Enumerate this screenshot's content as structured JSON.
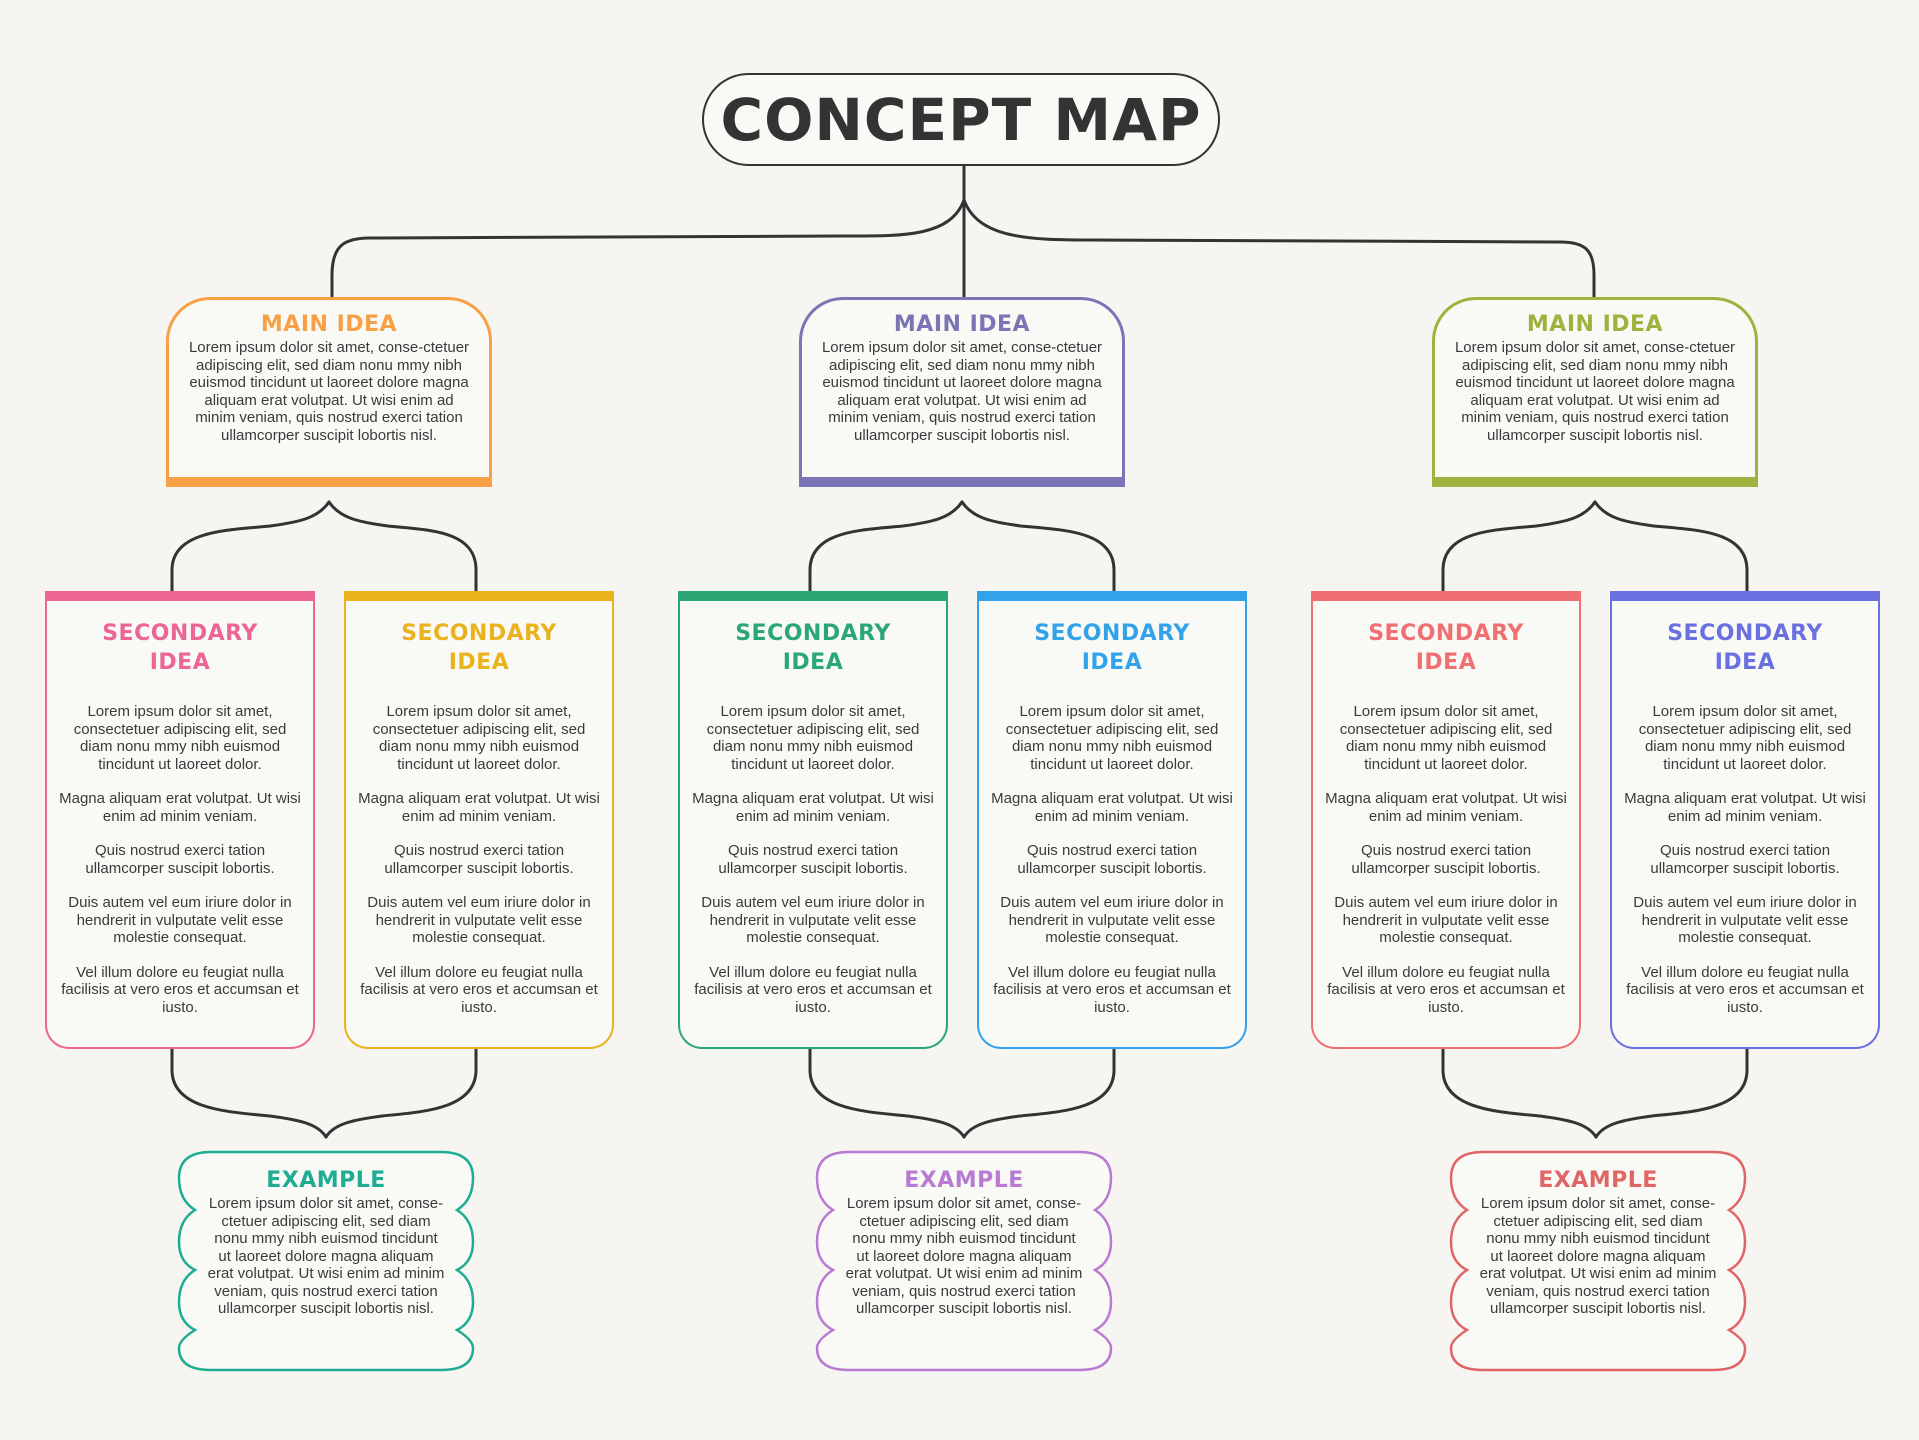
{
  "title": "CONCEPT MAP",
  "colors": {
    "line": "#333333",
    "main": [
      "#f7a045",
      "#7b74b5",
      "#a1b13d"
    ],
    "secondary": [
      "#ec6595",
      "#eab21c",
      "#2aa775",
      "#32a3ea",
      "#f06f70",
      "#6a70e0"
    ],
    "example": [
      "#1eac92",
      "#b97ad4",
      "#e06565"
    ]
  },
  "main_ideas": [
    {
      "heading": "MAIN IDEA",
      "text": "Lorem ipsum dolor sit amet, conse-ctetuer adipiscing elit, sed diam nonu mmy nibh euismod tincidunt ut laoreet dolore magna aliquam erat volutpat. Ut wisi enim ad minim veniam, quis nostrud exerci tation ullamcorper suscipit lobortis nisl."
    },
    {
      "heading": "MAIN IDEA",
      "text": "Lorem ipsum dolor sit amet, conse-ctetuer adipiscing elit, sed diam nonu mmy nibh euismod tincidunt ut laoreet dolore magna aliquam erat volutpat. Ut wisi enim ad minim veniam, quis nostrud exerci tation ullamcorper suscipit lobortis nisl."
    },
    {
      "heading": "MAIN IDEA",
      "text": "Lorem ipsum dolor sit amet, conse-ctetuer adipiscing elit, sed diam nonu mmy nibh euismod tincidunt ut laoreet dolore magna aliquam erat volutpat. Ut wisi enim ad minim veniam, quis nostrud exerci tation ullamcorper suscipit lobortis nisl."
    }
  ],
  "secondary_ideas": [
    {
      "heading": "SECONDARY IDEA",
      "paragraphs": [
        "Lorem ipsum dolor sit amet, consectetuer adipiscing elit, sed diam nonu mmy nibh euismod tincidunt ut laoreet dolor.",
        "Magna aliquam erat volutpat. Ut wisi enim ad minim veniam.",
        "Quis nostrud exerci tation ullamcorper suscipit lobortis.",
        "Duis autem vel eum iriure dolor in hendrerit in vulputate velit esse molestie consequat.",
        "Vel illum dolore eu feugiat nulla facilisis at vero eros et accumsan et iusto."
      ]
    },
    {
      "heading": "SECONDARY IDEA",
      "paragraphs": [
        "Lorem ipsum dolor sit amet, consectetuer adipiscing elit, sed diam nonu mmy nibh euismod tincidunt ut laoreet dolor.",
        "Magna aliquam erat volutpat. Ut wisi enim ad minim veniam.",
        "Quis nostrud exerci tation ullamcorper suscipit lobortis.",
        "Duis autem vel eum iriure dolor in hendrerit in vulputate velit esse molestie consequat.",
        "Vel illum dolore eu feugiat nulla facilisis at vero eros et accumsan et iusto."
      ]
    },
    {
      "heading": "SECONDARY IDEA",
      "paragraphs": [
        "Lorem ipsum dolor sit amet, consectetuer adipiscing elit, sed diam nonu mmy nibh euismod tincidunt ut laoreet dolor.",
        "Magna aliquam erat volutpat. Ut wisi enim ad minim veniam.",
        "Quis nostrud exerci tation ullamcorper suscipit lobortis.",
        "Duis autem vel eum iriure dolor in hendrerit in vulputate velit esse molestie consequat.",
        "Vel illum dolore eu feugiat nulla facilisis at vero eros et accumsan et iusto."
      ]
    },
    {
      "heading": "SECONDARY IDEA",
      "paragraphs": [
        "Lorem ipsum dolor sit amet, consectetuer adipiscing elit, sed diam nonu mmy nibh euismod tincidunt ut laoreet dolor.",
        "Magna aliquam erat volutpat. Ut wisi enim ad minim veniam.",
        "Quis nostrud exerci tation ullamcorper suscipit lobortis.",
        "Duis autem vel eum iriure dolor in hendrerit in vulputate velit esse molestie consequat.",
        "Vel illum dolore eu feugiat nulla facilisis at vero eros et accumsan et iusto."
      ]
    },
    {
      "heading": "SECONDARY IDEA",
      "paragraphs": [
        "Lorem ipsum dolor sit amet, consectetuer adipiscing elit, sed diam nonu mmy nibh euismod tincidunt ut laoreet dolor.",
        "Magna aliquam erat volutpat. Ut wisi enim ad minim veniam.",
        "Quis nostrud exerci tation ullamcorper suscipit lobortis.",
        "Duis autem vel eum iriure dolor in hendrerit in vulputate velit esse molestie consequat.",
        "Vel illum dolore eu feugiat nulla facilisis at vero eros et accumsan et iusto."
      ]
    },
    {
      "heading": "SECONDARY IDEA",
      "paragraphs": [
        "Lorem ipsum dolor sit amet, consectetuer adipiscing elit, sed diam nonu mmy nibh euismod tincidunt ut laoreet dolor.",
        "Magna aliquam erat volutpat. Ut wisi enim ad minim veniam.",
        "Quis nostrud exerci tation ullamcorper suscipit lobortis.",
        "Duis autem vel eum iriure dolor in hendrerit in vulputate velit esse molestie consequat.",
        "Vel illum dolore eu feugiat nulla facilisis at vero eros et accumsan et iusto."
      ]
    }
  ],
  "examples": [
    {
      "heading": "EXAMPLE",
      "text": "Lorem ipsum dolor sit amet, conse-ctetuer adipiscing elit, sed diam nonu mmy nibh euismod tincidunt ut laoreet dolore magna aliquam erat volutpat. Ut wisi enim ad minim veniam, quis nostrud exerci tation ullamcorper suscipit lobortis nisl."
    },
    {
      "heading": "EXAMPLE",
      "text": "Lorem ipsum dolor sit amet, conse-ctetuer adipiscing elit, sed diam nonu mmy nibh euismod tincidunt ut laoreet dolore magna aliquam erat volutpat. Ut wisi enim ad minim veniam, quis nostrud exerci tation ullamcorper suscipit lobortis nisl."
    },
    {
      "heading": "EXAMPLE",
      "text": "Lorem ipsum dolor sit amet, conse-ctetuer adipiscing elit, sed diam nonu mmy nibh euismod tincidunt ut laoreet dolore magna aliquam erat volutpat. Ut wisi enim ad minim veniam, quis nostrud exerci tation ullamcorper suscipit lobortis nisl."
    }
  ]
}
